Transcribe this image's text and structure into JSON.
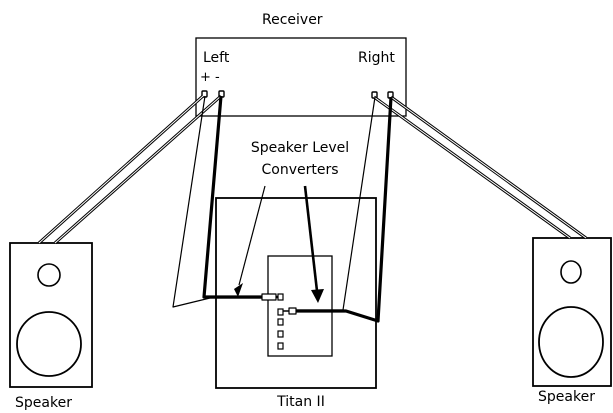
{
  "receiver": {
    "title": "Receiver",
    "left_label": "Left",
    "right_label": "Right",
    "polarity_label": "+ -"
  },
  "converters": {
    "label_line1": "Speaker Level",
    "label_line2": "Converters"
  },
  "titan": {
    "label": "Titan II"
  },
  "speakers": {
    "left_label": "Speaker",
    "right_label": "Speaker"
  }
}
